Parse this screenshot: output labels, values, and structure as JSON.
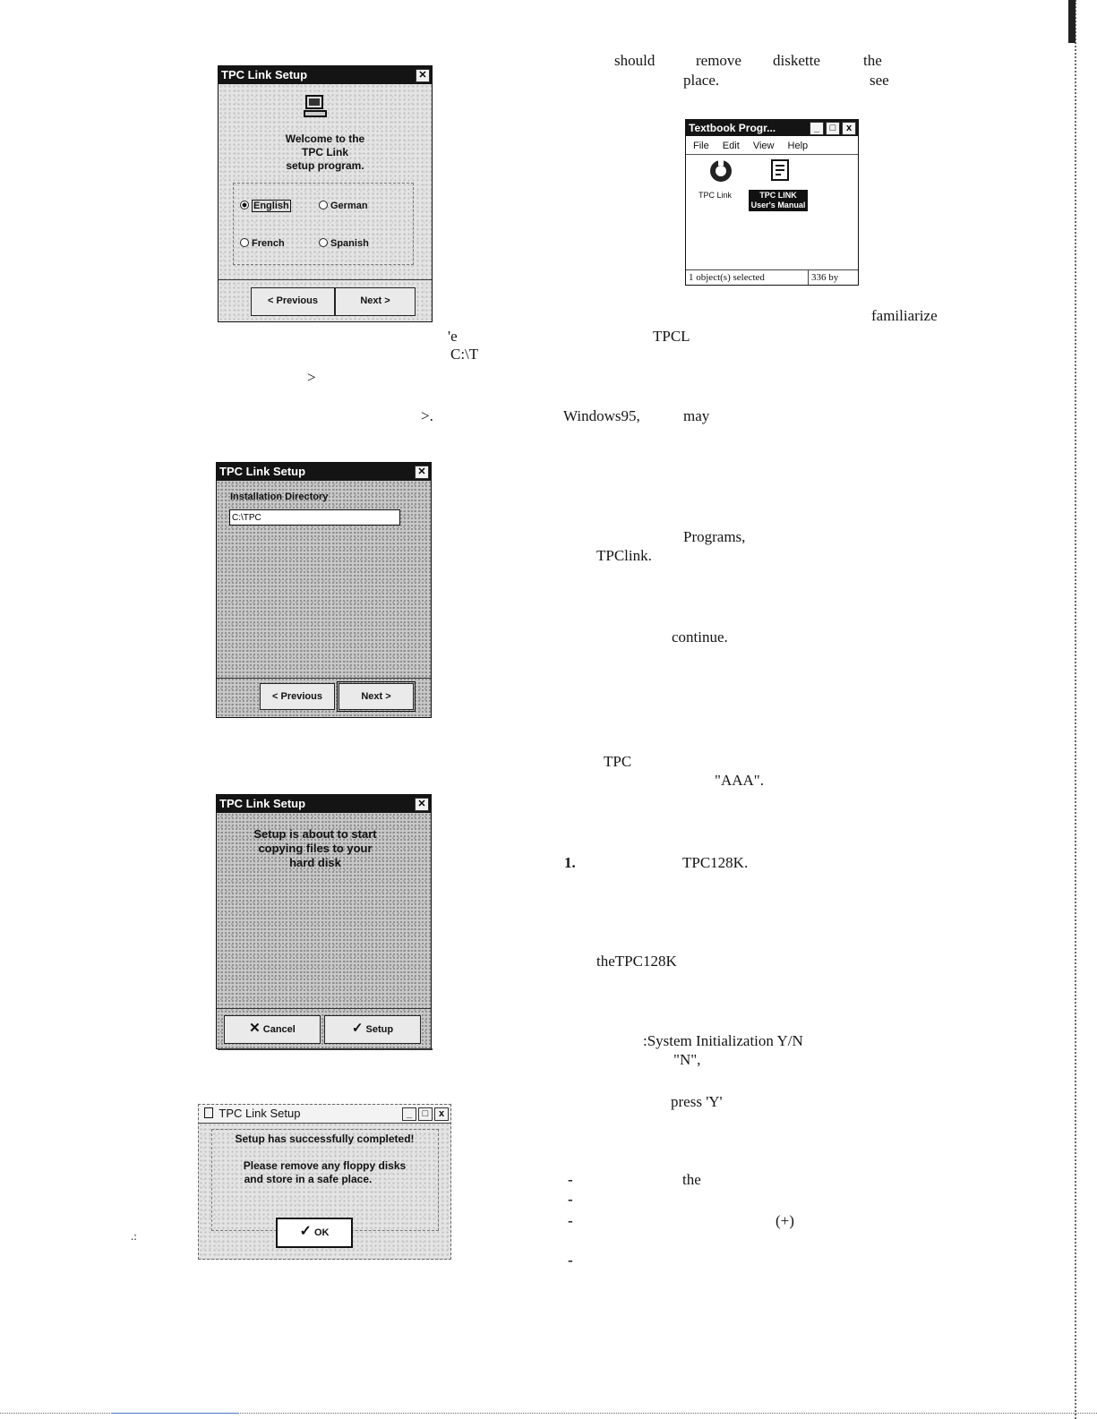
{
  "dialog_welcome": {
    "title": "TPC Link Setup",
    "close_icon": "✕",
    "welcome_line1": "Welcome to the",
    "welcome_line2": "TPC Link",
    "welcome_line3": "setup program.",
    "lang_english": "English",
    "lang_german": "German",
    "lang_french": "French",
    "lang_spanish": "Spanish",
    "prev_label": "< Previous",
    "next_label": "Next >"
  },
  "dialog_directory": {
    "title": "TPC Link Setup",
    "close_icon": "✕",
    "field_label": "Installation Directory",
    "field_value": "C:\\TPC",
    "prev_label": "< Previous",
    "next_label": "Next >"
  },
  "dialog_copy": {
    "title": "TPC Link Setup",
    "close_icon": "✕",
    "msg_line1": "Setup is about to start",
    "msg_line2": "copying files to your",
    "msg_line3": "hard disk",
    "cancel_label": "Cancel",
    "setup_label": "Setup"
  },
  "dialog_done": {
    "title": "TPC Link Setup",
    "min_icon": "_",
    "max_icon": "□",
    "close_icon": "x",
    "msg_line1": "Setup has successfully completed!",
    "msg_line2": "Please remove any floppy disks",
    "msg_line3": "and store in a safe place.",
    "ok_label": "OK"
  },
  "explorer": {
    "title": "Textbook Progr...",
    "min_icon": "_",
    "max_icon": "□",
    "close_icon": "x",
    "menu_file": "File",
    "menu_edit": "Edit",
    "menu_view": "View",
    "menu_help": "Help",
    "item1_label": "TPC Link",
    "item2_label": "TPC LINK User's Manual",
    "status_left": "1 object(s) selected",
    "status_right": "336 by"
  },
  "text": {
    "t_should": "should",
    "t_remove": "remove",
    "t_diskette": "diskette",
    "t_the1": "the",
    "t_place": "place.",
    "t_see": "see",
    "t_familiarize": "familiarize",
    "t_e": "'e",
    "t_tpcl": "TPCL",
    "t_ct": "C:\\T",
    "t_gt1": ">",
    "t_gt2": ">.",
    "t_win95": "Windows95,",
    "t_may": "may",
    "t_programs": "Programs,",
    "t_tpclink": "TPClink.",
    "t_continue": "continue.",
    "t_tpc": "TPC",
    "t_aaa": "\"AAA\".",
    "t_one": "1.",
    "t_tpc128k": "TPC128K.",
    "t_thetpc128k": "theTPC128K",
    "t_sysinit": ":System Initialization Y/N",
    "t_n": "\"N\",",
    "t_pressy": "press 'Y'",
    "t_the2": "the",
    "t_plus": "(+)",
    "t_bullet": "-",
    "t_mark": ".:"
  }
}
